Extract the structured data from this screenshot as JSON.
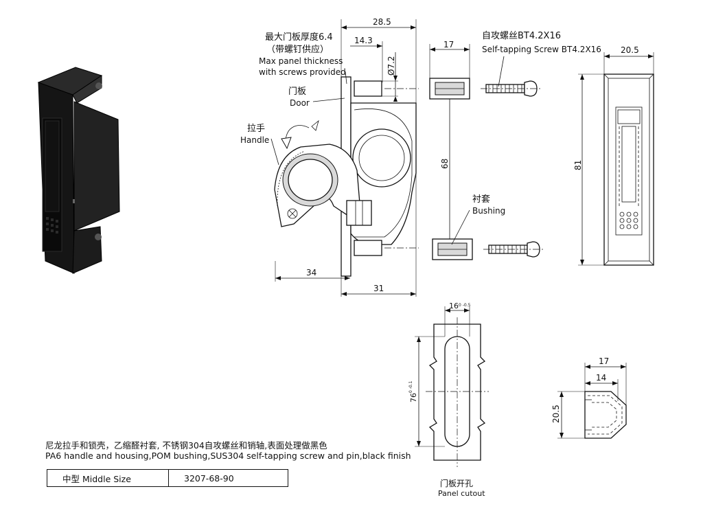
{
  "labels": {
    "max_panel_cn": "最大门板厚度6.4",
    "screws_provided_cn": "（带螺钉供应）",
    "max_panel_en_1": "Max panel thickness",
    "max_panel_en_2": "with screws provided",
    "door_cn": "门板",
    "door_en": "Door",
    "handle_cn": "拉手",
    "handle_en": "Handle",
    "screw_cn": "自攻螺丝BT4.2X16",
    "screw_en": "Self-tapping Screw BT4.2X16",
    "bushing_cn": "衬套",
    "bushing_en": "Bushing",
    "cutout_cn": "门板开孔",
    "cutout_en": "Panel cutout"
  },
  "dimensions": {
    "d28_5": "28.5",
    "d14_3": "14.3",
    "d7_2": "Ø7.2",
    "d68": "68",
    "d34": "34",
    "d31": "31",
    "d17_top": "17",
    "d20_5_top": "20.5",
    "d81": "81",
    "d16": "16",
    "d16_tol": "0 -0.5",
    "d76": "76",
    "d76_tol": "0 -0.1",
    "d17_bush": "17",
    "d14_bush": "14",
    "d20_5_bush": "20.5"
  },
  "description": {
    "cn": "尼龙拉手和锁壳，乙缩醛衬套, 不锈钢304自攻螺丝和销轴,表面处理做黑色",
    "en": "PA6 handle and housing,POM bushing,SUS304 self-tapping screw and pin,black finish"
  },
  "spec_table": {
    "size": "中型 Middle Size",
    "part_no": "3207-68-90"
  }
}
